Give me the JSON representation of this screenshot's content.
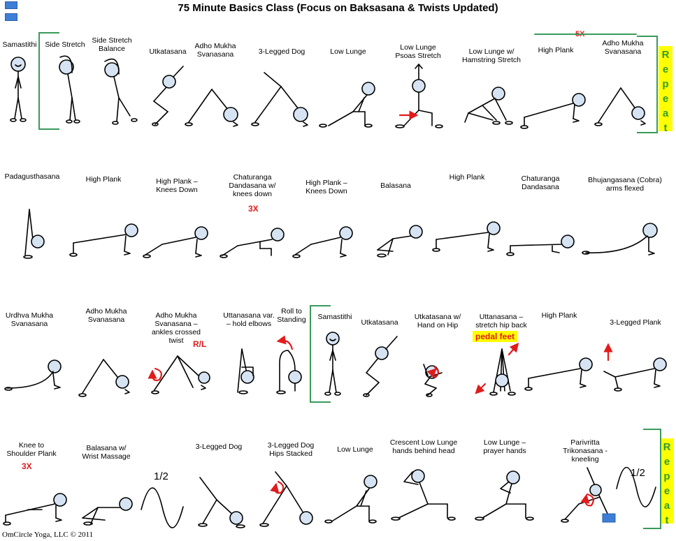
{
  "title": "75 Minute Basics Class (Focus on Baksasana & Twists Updated)",
  "copyright": "OmCircle Yoga, LLC © 2011",
  "repeat_letters": [
    "R",
    "e",
    "p",
    "e",
    "a",
    "t"
  ],
  "annotations": {
    "five_x": "5X",
    "three_x_chaturanga": "3X",
    "three_x_knee": "3X",
    "rl": "R/L",
    "pedal_feet": "pedal feet",
    "half_a": "1/2",
    "half_b": "1/2"
  },
  "colors": {
    "accent_red": "#e21b1b",
    "bracket_green": "#3a9a5a",
    "repeat_bg": "#ffff00",
    "square_blue": "#3d7ed6"
  },
  "rows": [
    {
      "poses": [
        {
          "name": "Samastithi"
        },
        {
          "name": "Side Stretch"
        },
        {
          "name": "Side Stretch\nBalance"
        },
        {
          "name": "Utkatasana"
        },
        {
          "name": "Adho Mukha\nSvanasana"
        },
        {
          "name": "3-Legged Dog"
        },
        {
          "name": "Low Lunge"
        },
        {
          "name": "Low Lunge\nPsoas Stretch"
        },
        {
          "name": "Low Lunge w/\nHamstring Stretch"
        },
        {
          "name": "High Plank"
        },
        {
          "name": "Adho Mukha\nSvanasana"
        }
      ]
    },
    {
      "poses": [
        {
          "name": "Padagusthasana"
        },
        {
          "name": "High Plank"
        },
        {
          "name": "High Plank –\nKnees Down"
        },
        {
          "name": "Chaturanga\nDandasana w/\nknees down"
        },
        {
          "name": "High Plank –\nKnees Down"
        },
        {
          "name": "Balasana"
        },
        {
          "name": "High Plank"
        },
        {
          "name": "Chaturanga\nDandasana"
        },
        {
          "name": "Bhujangasana  (Cobra)\narms flexed"
        }
      ]
    },
    {
      "poses": [
        {
          "name": "Urdhva Mukha\nSvanasana"
        },
        {
          "name": "Adho Mukha\nSvanasana"
        },
        {
          "name": "Adho Mukha\nSvanasana –\nankles crossed\ntwist"
        },
        {
          "name": "Uttanasana var.\n– hold elbows"
        },
        {
          "name": "Roll to\nStanding"
        },
        {
          "name": "Samastithi"
        },
        {
          "name": "Utkatasana"
        },
        {
          "name": "Utkatasana w/\nHand on Hip"
        },
        {
          "name": "Uttanasana –\nstretch hip back"
        },
        {
          "name": "High Plank"
        },
        {
          "name": "3-Legged Plank"
        }
      ]
    },
    {
      "poses": [
        {
          "name": "Knee to\nShoulder Plank"
        },
        {
          "name": "Balasana w/\nWrist Massage"
        },
        {
          "name": "3-Legged Dog"
        },
        {
          "name": "3-Legged Dog\nHips Stacked"
        },
        {
          "name": "Low Lunge"
        },
        {
          "name": "Crescent Low Lunge\nhands behind head"
        },
        {
          "name": "Low Lunge –\nprayer hands"
        },
        {
          "name": "Parivritta\nTrikonasana -\nkneeling"
        }
      ]
    }
  ]
}
